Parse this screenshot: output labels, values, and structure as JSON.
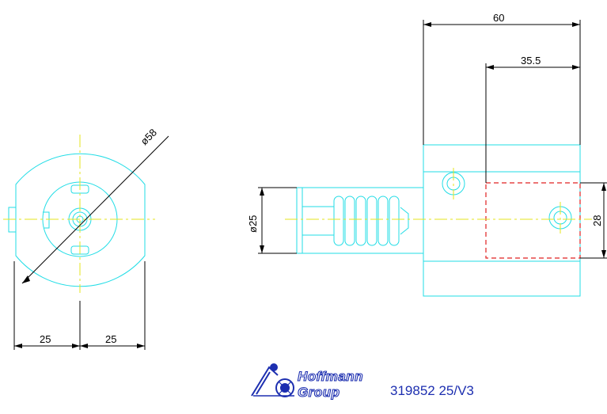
{
  "dimensions": {
    "overall_length": "60",
    "offset_length": "35.5",
    "shank_diameter": "ø25",
    "body_diameter": "ø58",
    "square_height": "28",
    "half_width_left": "25",
    "half_width_right": "25"
  },
  "logo": {
    "line1": "Hoffmann",
    "line2": "Group"
  },
  "part_number": "319852 25/V3",
  "colors": {
    "outline": "#22dde6",
    "centerline": "#e6e61e",
    "hidden": "#e02020",
    "dimension": "#000000",
    "brand": "#1d2fb0"
  }
}
